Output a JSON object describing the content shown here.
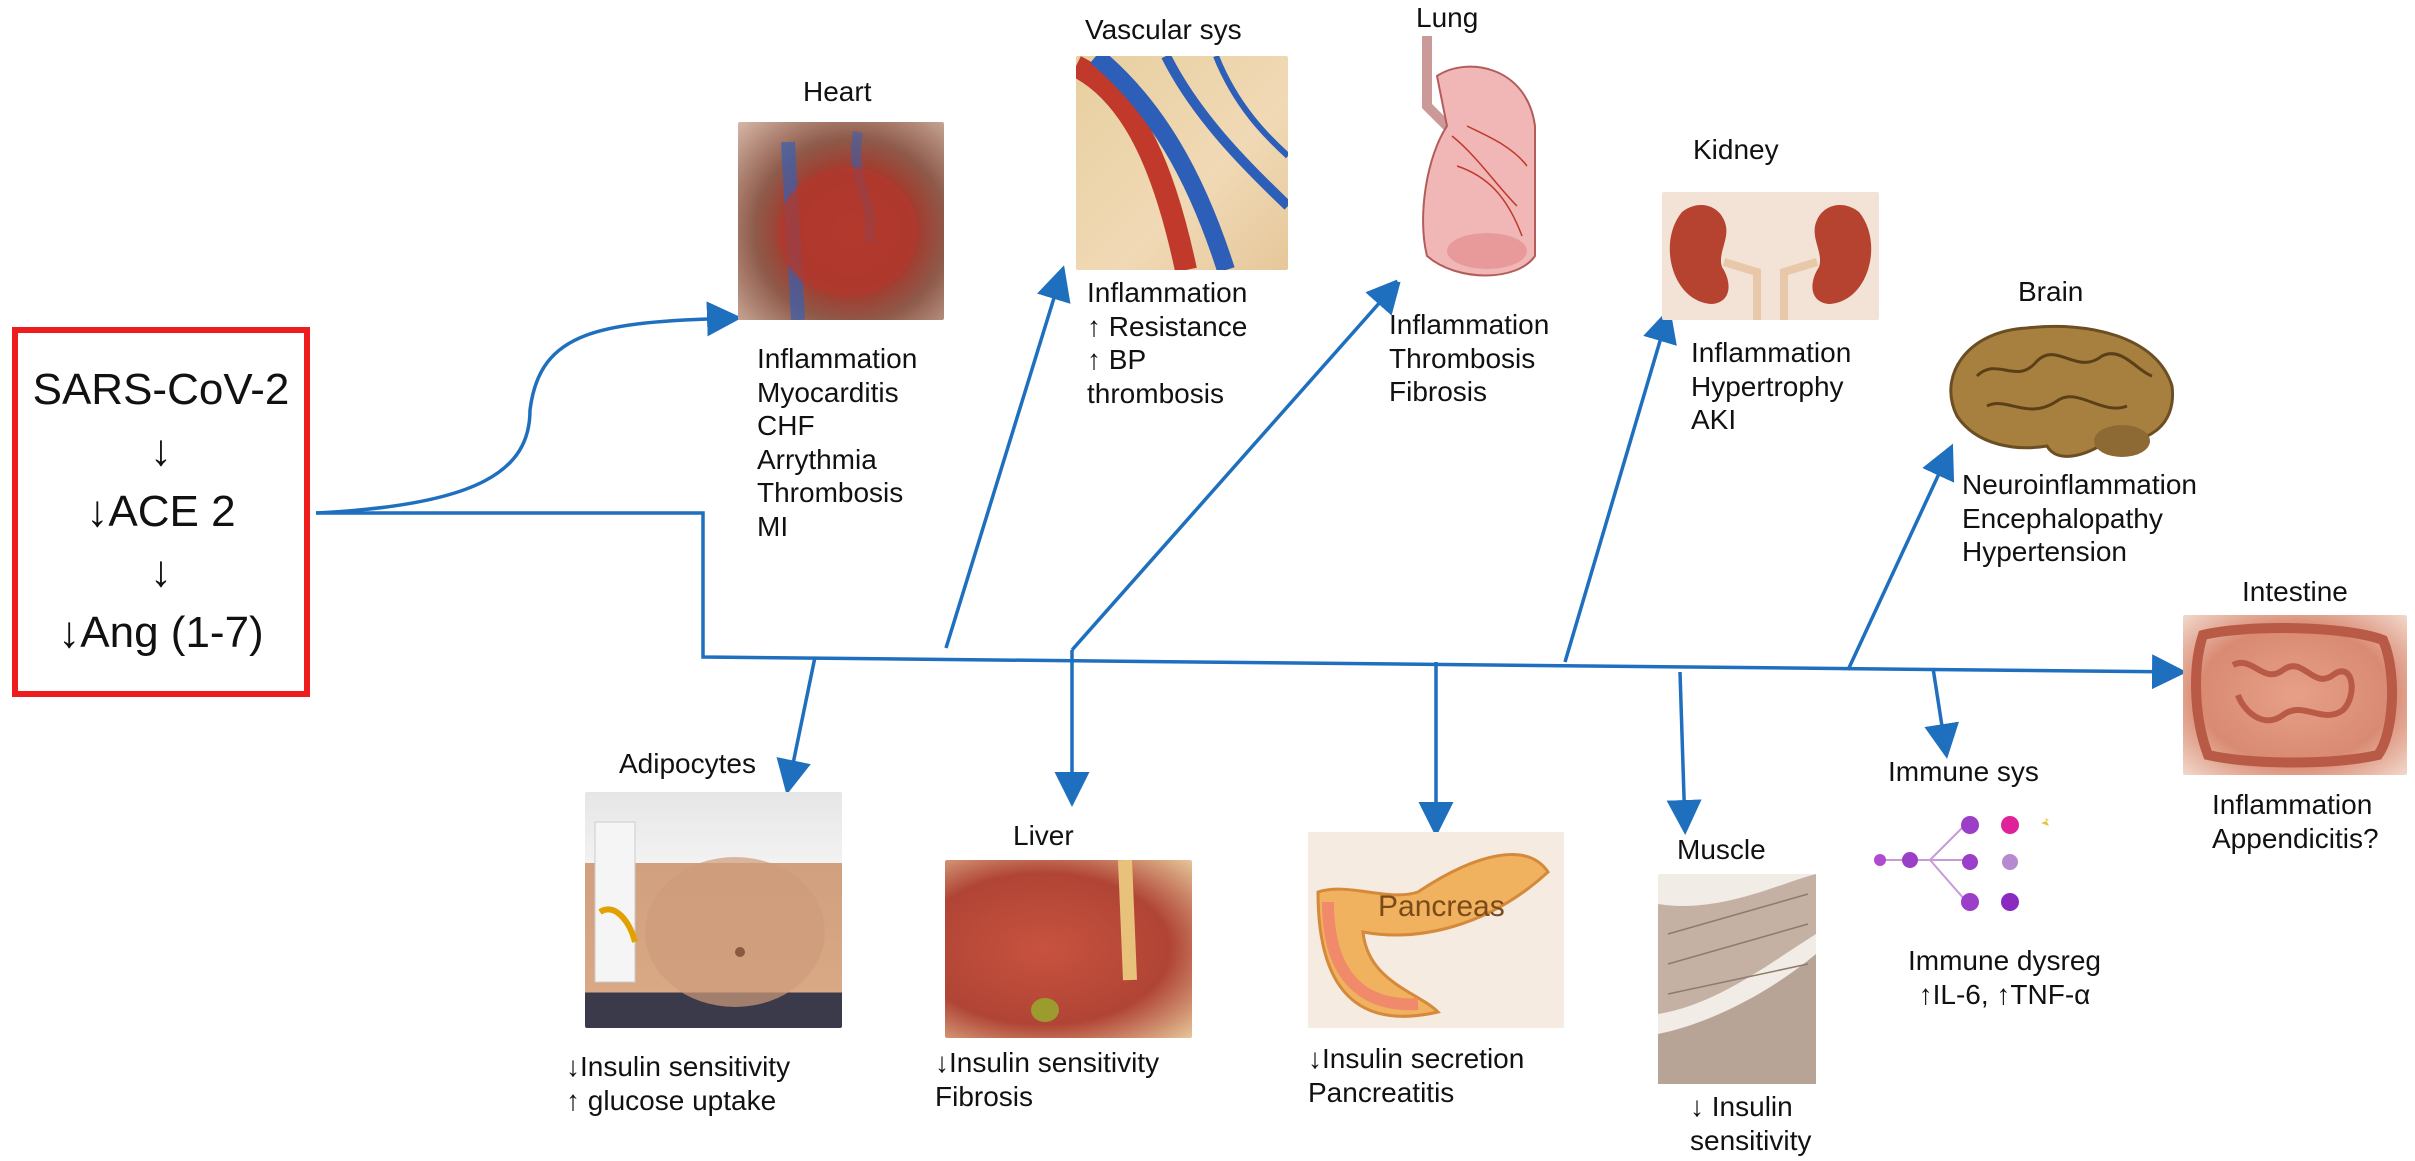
{
  "source": {
    "lines": [
      "SARS-CoV-2",
      "↓",
      "↓ACE 2",
      "↓",
      "↓Ang (1-7)"
    ],
    "border_color": "#ee1c1c"
  },
  "arrow_color": "#1f6fbf",
  "organs": {
    "heart": {
      "title": "Heart",
      "effects": [
        "Inflammation",
        "Myocarditis",
        "CHF",
        "Arrythmia",
        "Thrombosis",
        "MI"
      ]
    },
    "vascular": {
      "title": "Vascular sys",
      "effects": [
        "Inflammation",
        "↑ Resistance",
        "↑ BP",
        "thrombosis"
      ]
    },
    "lung": {
      "title": "Lung",
      "effects": [
        "Inflammation",
        "Thrombosis",
        "Fibrosis"
      ]
    },
    "kidney": {
      "title": "Kidney",
      "effects": [
        "Inflammation",
        "Hypertrophy",
        "AKI"
      ]
    },
    "brain": {
      "title": "Brain",
      "effects": [
        "Neuroinflammation",
        "Encephalopathy",
        "Hypertension"
      ]
    },
    "intestine": {
      "title": "Intestine",
      "effects": [
        "Inflammation",
        "Appendicitis?"
      ]
    },
    "adipocytes": {
      "title": "Adipocytes",
      "effects": [
        "↓Insulin sensitivity",
        "↑ glucose uptake"
      ]
    },
    "liver": {
      "title": "Liver",
      "effects": [
        "↓Insulin sensitivity",
        "Fibrosis"
      ]
    },
    "pancreas": {
      "title": "",
      "image_text": "Pancreas",
      "effects": [
        "↓Insulin secretion",
        "Pancreatitis"
      ]
    },
    "muscle": {
      "title": "Muscle",
      "effects": [
        "↓ Insulin",
        "sensitivity"
      ]
    },
    "immune": {
      "title": "Immune sys",
      "effects": [
        "Immune dysreg",
        "↑IL-6, ↑TNF-α"
      ]
    }
  }
}
